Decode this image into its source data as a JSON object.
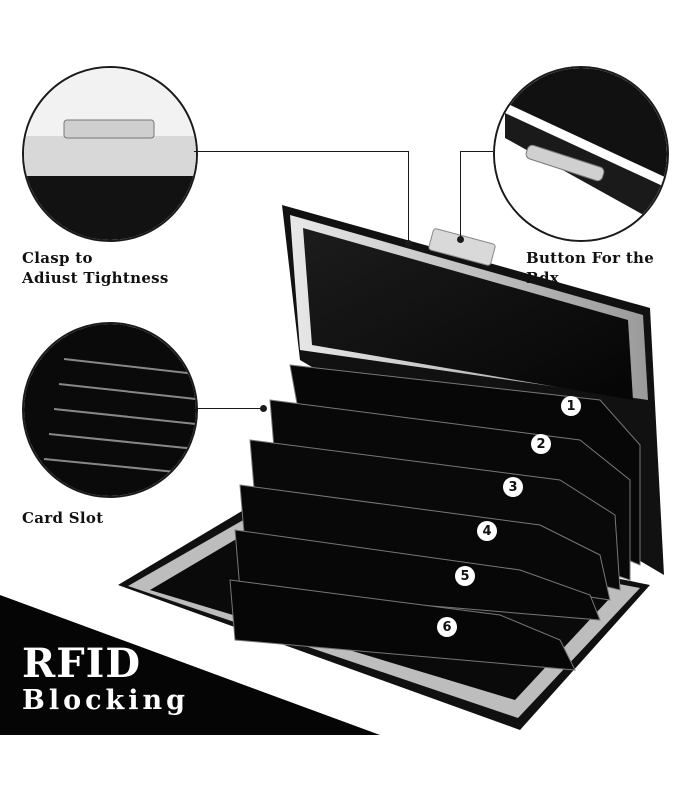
{
  "callouts": {
    "clasp": "Clasp to\nAdiust Tightness",
    "button": "Button For the Bdx",
    "slot": "Card Slot"
  },
  "badges": [
    "1",
    "2",
    "3",
    "4",
    "5",
    "6"
  ],
  "banner": {
    "line1": "RFID",
    "line2": "Blocking"
  },
  "colors": {
    "case": "#0b0b0b",
    "metal_edge": "#c8c8c8",
    "banner": "#050505"
  }
}
